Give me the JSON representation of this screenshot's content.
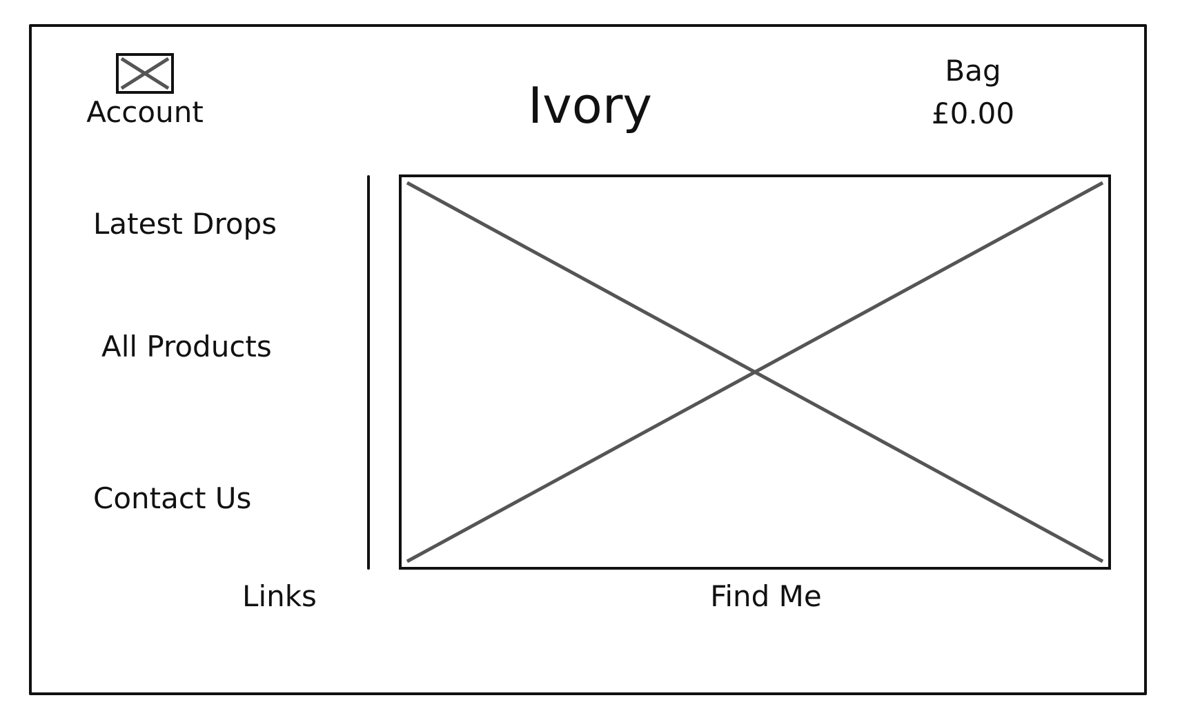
{
  "header": {
    "account_label": "Account",
    "account_icon": "image-placeholder-icon",
    "brand_title": "Ivory",
    "bag_label": "Bag",
    "bag_total": "£0.00"
  },
  "sidebar": {
    "items": [
      {
        "label": "Latest Drops"
      },
      {
        "label": "All Products"
      },
      {
        "label": "Contact Us"
      }
    ]
  },
  "main": {
    "hero_image_icon": "image-placeholder-icon"
  },
  "footer": {
    "links_label": "Links",
    "find_me_label": "Find Me"
  },
  "colors": {
    "stroke": "#111111",
    "placeholder_cross": "#555555",
    "background": "#ffffff"
  }
}
